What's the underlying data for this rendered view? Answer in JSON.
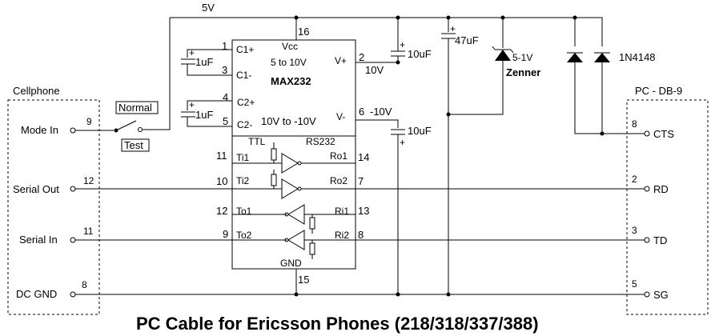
{
  "supply": {
    "label": "5V"
  },
  "cellphone": {
    "title": "Cellphone",
    "pins": [
      {
        "name": "Mode In",
        "num": "9"
      },
      {
        "name": "Serial Out",
        "num": "12"
      },
      {
        "name": "Serial In",
        "num": "11"
      },
      {
        "name": "DC GND",
        "num": "8"
      }
    ]
  },
  "switch": {
    "normal": "Normal",
    "test": "Test"
  },
  "chip": {
    "name": "MAX232",
    "vcc": "Vcc",
    "vcc_pin": "16",
    "gnd": "GND",
    "gnd_pin": "15",
    "range_pos": "5 to 10V",
    "range_neg": "10V to -10V",
    "ttl": "TTL",
    "rs232": "RS232",
    "left_pins": [
      {
        "num": "1",
        "name": "C1+"
      },
      {
        "num": "3",
        "name": "C1-"
      },
      {
        "num": "4",
        "name": "C2+"
      },
      {
        "num": "5",
        "name": "C2-"
      },
      {
        "num": "11",
        "name": "Ti1"
      },
      {
        "num": "10",
        "name": "Ti2"
      },
      {
        "num": "12",
        "name": "To1"
      },
      {
        "num": "9",
        "name": "To2"
      }
    ],
    "right_pins": [
      {
        "num": "2",
        "name": "V+"
      },
      {
        "num": "6",
        "name": "V-"
      },
      {
        "num": "14",
        "name": "Ro1"
      },
      {
        "num": "7",
        "name": "Ro2"
      },
      {
        "num": "13",
        "name": "Ri1"
      },
      {
        "num": "8",
        "name": "Ri2"
      }
    ]
  },
  "caps": {
    "c1": "1uF",
    "c2": "1uF",
    "vplus": "10uF",
    "vminus": "10uF",
    "bulk": "47uF"
  },
  "rails": {
    "vplus": "10V",
    "vminus": "-10V"
  },
  "zener": {
    "value": "5-1V",
    "name": "Zenner"
  },
  "diodes": {
    "part": "1N4148"
  },
  "pc": {
    "title": "PC - DB-9",
    "pins": [
      {
        "num": "8",
        "name": "CTS"
      },
      {
        "num": "2",
        "name": "RD"
      },
      {
        "num": "3",
        "name": "TD"
      },
      {
        "num": "5",
        "name": "SG"
      }
    ]
  },
  "title": "PC Cable for Ericsson Phones (218/318/337/388)"
}
